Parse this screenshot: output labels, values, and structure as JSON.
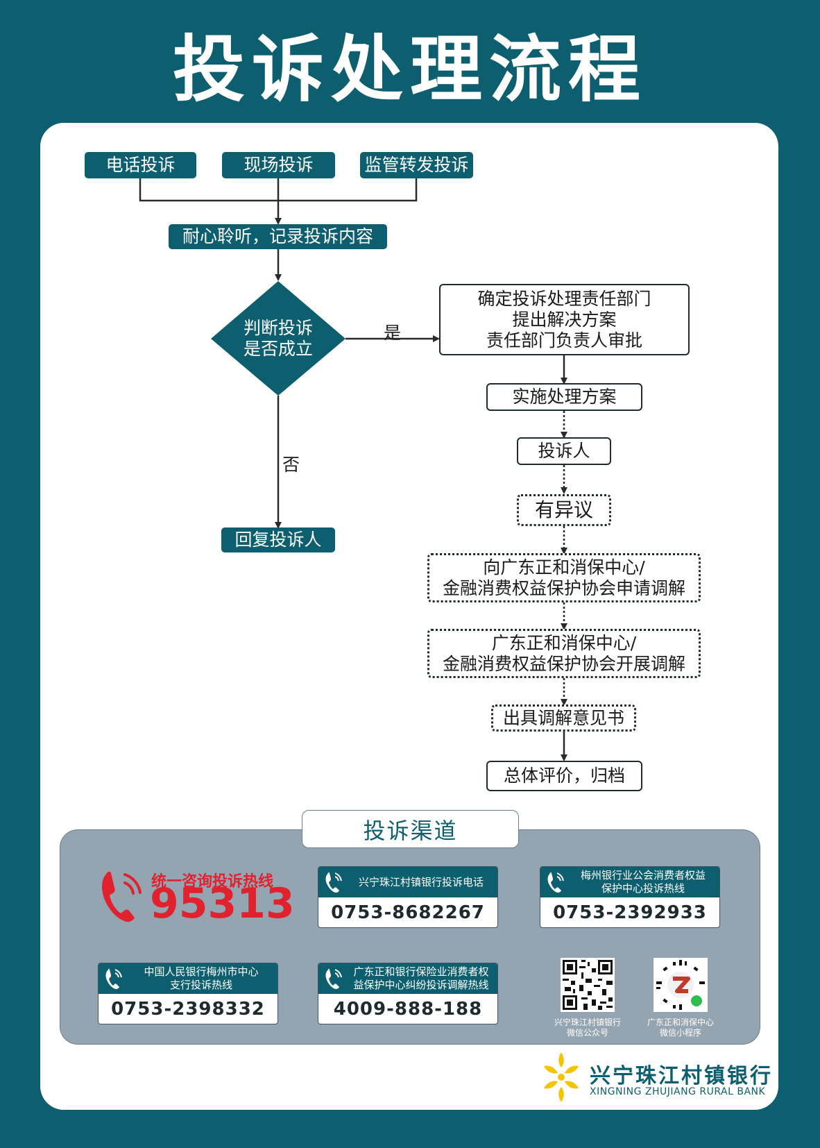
{
  "title": "投诉处理流程",
  "sources": [
    "电话投诉",
    "现场投诉",
    "监管转发投诉"
  ],
  "steps": {
    "record": "耐心聆听，记录投诉内容",
    "judge": "判断投诉\n是否成立",
    "yes": "是",
    "no": "否",
    "reply": "回复投诉人",
    "determine": "确定投诉处理责任部门\n提出解决方案\n责任部门负责人审批",
    "implement": "实施处理方案",
    "complainant": "投诉人",
    "objection": "有异议",
    "apply": "向广东正和消保中心/\n金融消费权益保护协会申请调解",
    "mediate": "广东正和消保中心/\n金融消费权益保护协会开展调解",
    "opinion": "出具调解意见书",
    "archive": "总体评价，归档"
  },
  "channels": {
    "title": "投诉渠道",
    "hotline_label": "统一咨询投诉热线",
    "hotline_number": "95313",
    "cards": [
      {
        "label": "兴宁珠江村镇银行投诉电话",
        "number": "0753-8682267"
      },
      {
        "label": "梅州银行业公会消费者权益\n保护中心投诉热线",
        "number": "0753-2392933"
      },
      {
        "label": "中国人民银行梅州市中心\n支行投诉热线",
        "number": "0753-2398332"
      },
      {
        "label": "广东正和银行保险业消费者权\n益保护中心纠纷投诉调解热线",
        "number": "4009-888-188"
      }
    ],
    "qr_codes": [
      {
        "caption": "兴宁珠江村镇银行\n微信公众号"
      },
      {
        "caption": "广东正和消保中心\n微信小程序"
      }
    ]
  },
  "brand": {
    "name": "兴宁珠江村镇银行",
    "name_en": "XINGNING ZHUJIANG RURAL BANK"
  },
  "colors": {
    "primary": "#0d5f6f",
    "hotline_red": "#e0222e",
    "brand_yellow": "#f5c400",
    "channels_bg": "#94a5b1"
  },
  "icons": [
    "phone-icon",
    "qr-code-icon",
    "bank-logo-icon"
  ]
}
